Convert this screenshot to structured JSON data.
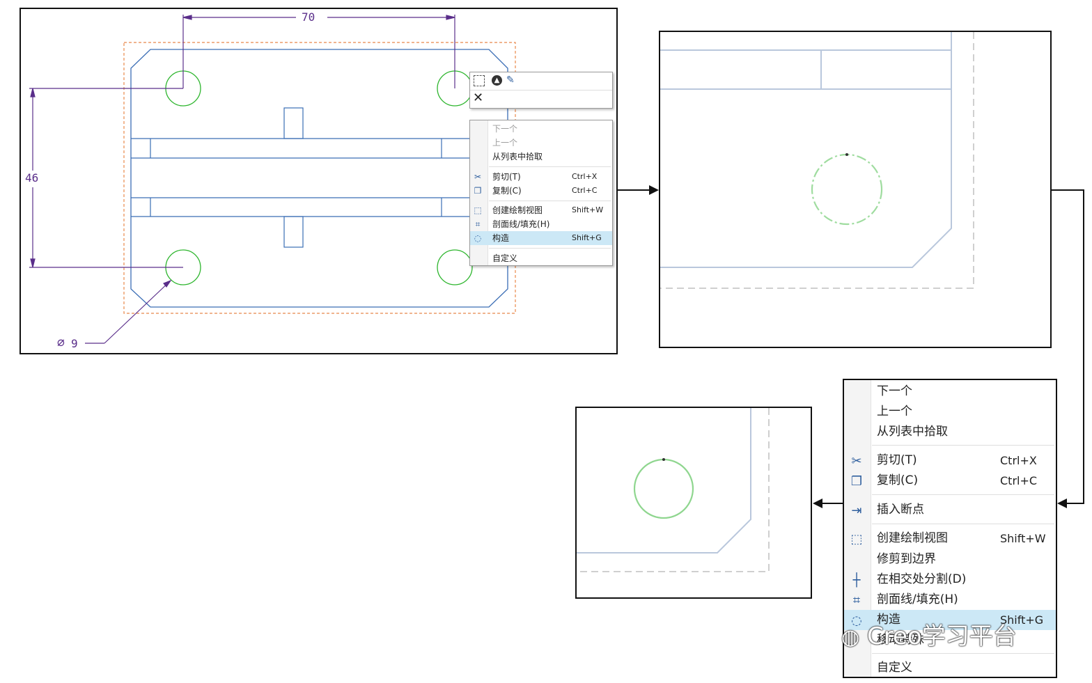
{
  "dimensions": {
    "horizontal": "70",
    "vertical": "46",
    "diameter": "9"
  },
  "mini_toolbar": {
    "icons": [
      "constraint-icon",
      "orientation-icon",
      "edit-line-icon"
    ],
    "close_icon": "close-icon"
  },
  "menu_small": {
    "items": {
      "next": "下一个",
      "prev": "上一个",
      "pick": "从列表中拾取",
      "cut": {
        "label": "剪切(T)",
        "shortcut": "Ctrl+X"
      },
      "copy": {
        "label": "复制(C)",
        "shortcut": "Ctrl+C"
      },
      "create_view": {
        "label": "创建绘制视图",
        "shortcut": "Shift+W"
      },
      "hatch": {
        "label": "剖面线/填充(H)"
      },
      "construct": {
        "label": "构造",
        "shortcut": "Shift+G"
      },
      "custom": "自定义"
    }
  },
  "menu_big": {
    "items": {
      "next": "下一个",
      "prev": "上一个",
      "pick": "从列表中拾取",
      "cut": {
        "label": "剪切(T)",
        "shortcut": "Ctrl+X"
      },
      "copy": {
        "label": "复制(C)",
        "shortcut": "Ctrl+C"
      },
      "insert_break": "插入断点",
      "create_view": {
        "label": "创建绘制视图",
        "shortcut": "Shift+W"
      },
      "trim": "修剪到边界",
      "split": "在相交处分割(D)",
      "hatch": "剖面线/填充(H)",
      "construct": {
        "label": "构造",
        "shortcut": "Shift+G"
      },
      "move": "移动特殊",
      "custom": "自定义"
    }
  },
  "watermark": {
    "text": "Creo学习平台"
  },
  "colors": {
    "part_outline": "#3a6db5",
    "holes": "#2db52d",
    "dimension": "#5a2e8a",
    "bbox": "#e8884a",
    "highlight": "#cce8f6"
  }
}
